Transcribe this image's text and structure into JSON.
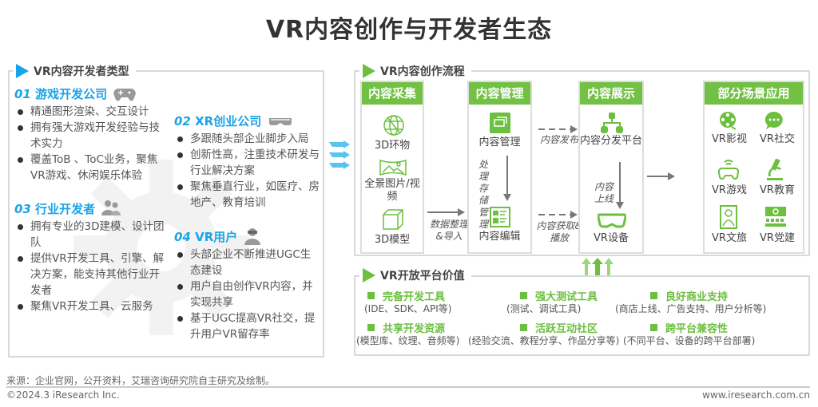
{
  "title": "VR内容创作与开发者生态",
  "colors": {
    "blue": "#1aa3e8",
    "green": "#6cbf3f"
  },
  "developers": {
    "header": "VR内容开发者类型",
    "groups": [
      {
        "num": "01",
        "name": "游戏开发公司",
        "icon": "gamepad-icon",
        "items": [
          "精通图形渲染、交互设计",
          "拥有强大游戏开发经验与技术实力",
          "覆盖ToB 、ToC业务，聚焦VR游戏、休闲娱乐体验"
        ]
      },
      {
        "num": "02",
        "name": "XR创业公司",
        "icon": "vr-headset-icon",
        "items": [
          "多跟随头部企业脚步入局",
          "创新性高，注重技术研发与行业解决方案",
          "聚焦垂直行业，如医疗、房地产、教育培训"
        ]
      },
      {
        "num": "03",
        "name": "行业开发者",
        "icon": "team-icon",
        "items": [
          "拥有专业的3D建模、设计团队",
          "提供VR开发工具、引擎、解决方案，能支持其他行业开发者",
          "聚焦VR开发工具、云服务"
        ]
      },
      {
        "num": "04",
        "name": "VR用户",
        "icon": "vr-user-icon",
        "items": [
          "头部企业不断推进UGC生态建设",
          "用户自由创作VR内容，并实现共享",
          "基于UGC提高VR社交，提升用户VR留存率"
        ]
      }
    ]
  },
  "process": {
    "header": "VR内容创作流程",
    "collect": {
      "title": "内容采集",
      "items": [
        "3D环物",
        "全景图片/视频",
        "3D模型"
      ]
    },
    "manage": {
      "title": "内容管理",
      "items": [
        "内容管理",
        "内容编辑"
      ],
      "arrow_label": "处理存储管理"
    },
    "display": {
      "title": "内容展示",
      "items": [
        "内容分发平台",
        "VR设备"
      ],
      "arrow_label": "内容上线"
    },
    "apps": {
      "title": "部分场景应用",
      "items": [
        "VR影视",
        "VR社交",
        "VR游戏",
        "VR教育",
        "VR文旅",
        "VR党建"
      ]
    },
    "labels": {
      "import": "数据整理&导入",
      "publish": "内容发布",
      "playback": "内容获取&播放"
    }
  },
  "platform": {
    "header": "VR开放平台价值",
    "items": [
      {
        "title": "完备开发工具",
        "desc": "(IDE、SDK、API等)"
      },
      {
        "title": "强大测试工具",
        "desc": "(测试、调试工具)"
      },
      {
        "title": "良好商业支持",
        "desc": "(商店上线、广告支持、用户分析等)"
      },
      {
        "title": "共享开发资源",
        "desc": "(模型库、纹理、音频等)"
      },
      {
        "title": "活跃互动社区",
        "desc": "(经验交流、教程分享、作品分享等)"
      },
      {
        "title": "跨平台兼容性",
        "desc": "(不同平台、设备的跨平台部署)"
      }
    ]
  },
  "footer": {
    "source": "来源：企业官网，公开资料，艾瑞咨询研究院自主研究及绘制。",
    "copyright": "©2024.3 iResearch Inc.",
    "website": "www.iresearch.com.cn"
  }
}
